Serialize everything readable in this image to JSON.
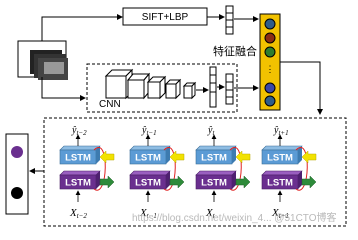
{
  "feature_labels": {
    "sift_lbp": "SIFT+LBP",
    "cnn": "CNN",
    "fusion": "特征融合"
  },
  "lstm": {
    "cell_label": "LSTM",
    "columns": [
      {
        "y_base": "ŷ",
        "y_sub": "t−2",
        "x_base": "X",
        "x_sub": "t−2"
      },
      {
        "y_base": "ŷ",
        "y_sub": "t−1",
        "x_base": "X",
        "x_sub": "t−1"
      },
      {
        "y_base": "ŷ",
        "y_sub": "t",
        "x_base": "X",
        "x_sub": "t"
      },
      {
        "y_base": "ŷ",
        "y_sub": "t+1",
        "x_base": "X",
        "x_sub": "t+1"
      }
    ]
  },
  "fused_vector_colors": [
    "#2e5d8a",
    "#8b2d14",
    "#2e7d2e",
    "#3a46a8",
    "#2e5d8a"
  ],
  "output_colors": [
    "#6a2f8f",
    "#000000"
  ],
  "colors": {
    "lstm_top": "#5b9bd5",
    "lstm_bottom": "#6a2f8f",
    "arrow_yellow": "#f2e200",
    "arrow_green": "#2e8b3a",
    "loop_red": "#e02020",
    "fusion_bg": "#f2c200"
  },
  "watermark": "https://blog.csdn.net/weixin_4... @51CTO博客"
}
